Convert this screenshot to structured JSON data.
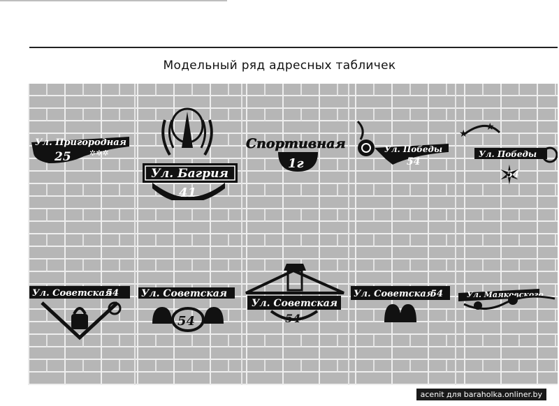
{
  "title": "Модельный ряд адресных табличек",
  "signs": [
    {
      "street": "Ул. Пригородная",
      "number": "25"
    },
    {
      "street": "Ул. Багрия",
      "number": "41"
    },
    {
      "street": "Спортивная",
      "number": "1г"
    },
    {
      "street": "Ул. Победы",
      "number": "54"
    },
    {
      "street": "Ул. Победы",
      "number": "54"
    },
    {
      "street": "Ул. Советская",
      "number": "54"
    },
    {
      "street": "Ул. Советская",
      "number": "54"
    },
    {
      "street": "Ул. Советская",
      "number": "54"
    },
    {
      "street": "Ул. Советская",
      "number": "54"
    },
    {
      "street": "Ул. Маяковского",
      "number": ""
    }
  ],
  "watermark": "acenit для baraholka.onliner.by"
}
